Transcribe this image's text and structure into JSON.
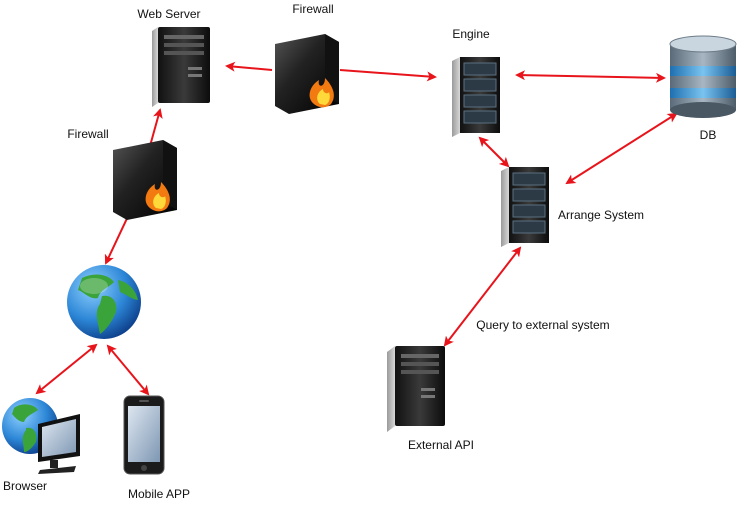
{
  "diagram": {
    "type": "network-architecture",
    "arrow_color": "#e8141b",
    "nodes": {
      "web_server": {
        "label": "Web Server",
        "icon": "tower-server-icon"
      },
      "firewall_top": {
        "label": "Firewall",
        "icon": "firewall-icon"
      },
      "firewall_left": {
        "label": "Firewall",
        "icon": "firewall-icon"
      },
      "engine": {
        "label": "Engine",
        "icon": "rack-server-icon"
      },
      "db": {
        "label": "DB",
        "icon": "database-icon"
      },
      "arrange_system": {
        "label": "Arrange System",
        "icon": "rack-server-icon"
      },
      "external_api": {
        "label": "External API",
        "icon": "tower-server-icon"
      },
      "internet": {
        "label": "",
        "icon": "globe-icon"
      },
      "browser": {
        "label": "Browser",
        "icon": "globe-monitor-icon"
      },
      "mobile_app": {
        "label": "Mobile APP",
        "icon": "smartphone-icon"
      }
    },
    "edges": [
      {
        "from": "firewall_top",
        "to": "web_server",
        "direction": "to"
      },
      {
        "from": "firewall_top",
        "to": "engine",
        "direction": "to"
      },
      {
        "from": "engine",
        "to": "db",
        "direction": "both"
      },
      {
        "from": "engine",
        "to": "arrange_system",
        "direction": "both"
      },
      {
        "from": "arrange_system",
        "to": "db",
        "direction": "both"
      },
      {
        "from": "arrange_system",
        "to": "external_api",
        "direction": "both",
        "label": "Query to external system"
      },
      {
        "from": "firewall_left",
        "to": "web_server",
        "direction": "to"
      },
      {
        "from": "firewall_left",
        "to": "internet",
        "direction": "to"
      },
      {
        "from": "internet",
        "to": "browser",
        "direction": "both"
      },
      {
        "from": "internet",
        "to": "mobile_app",
        "direction": "both"
      }
    ]
  }
}
